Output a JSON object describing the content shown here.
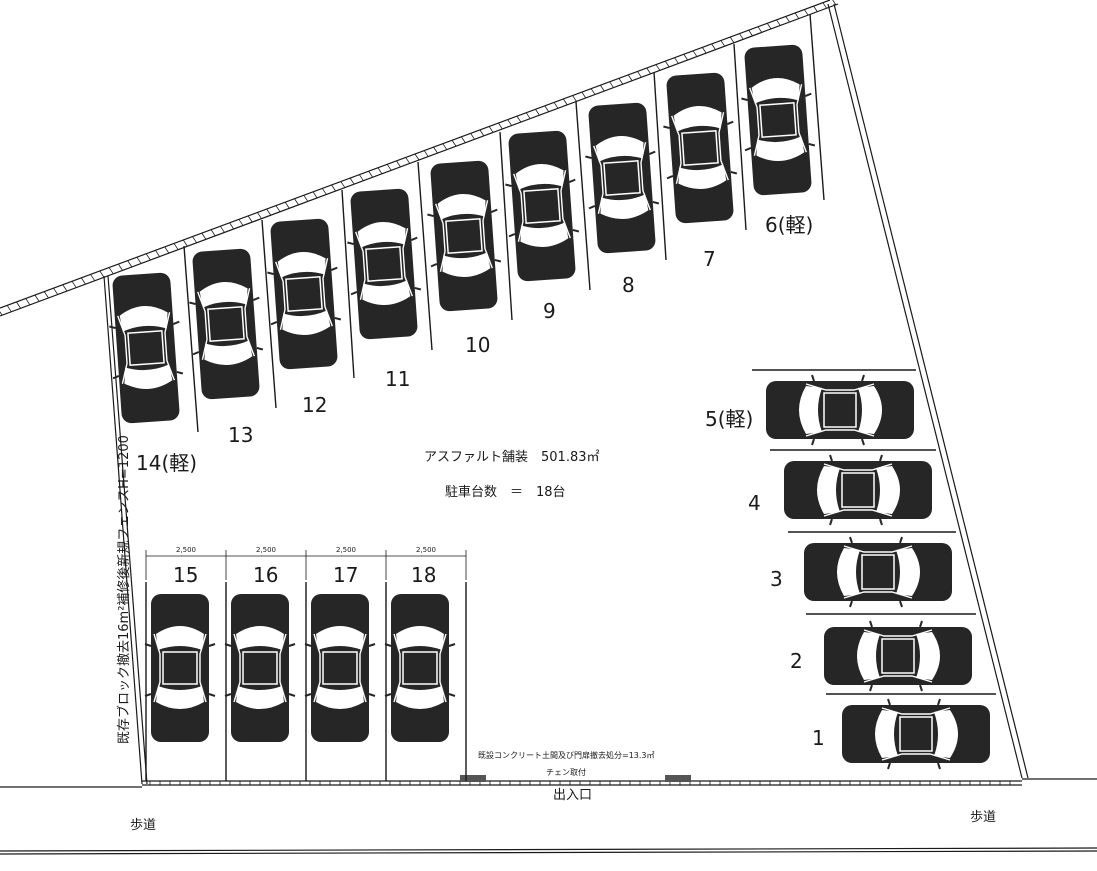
{
  "spaces": [
    {
      "no": "1",
      "car": "horizontal"
    },
    {
      "no": "2",
      "car": "horizontal"
    },
    {
      "no": "3",
      "car": "horizontal"
    },
    {
      "no": "4",
      "car": "horizontal"
    },
    {
      "no": "5(軽)",
      "car": "horizontal"
    },
    {
      "no": "6(軽)",
      "car": "vertical"
    },
    {
      "no": "7",
      "car": "vertical"
    },
    {
      "no": "8",
      "car": "vertical"
    },
    {
      "no": "9",
      "car": "vertical"
    },
    {
      "no": "10",
      "car": "vertical"
    },
    {
      "no": "11",
      "car": "vertical"
    },
    {
      "no": "12",
      "car": "vertical"
    },
    {
      "no": "13",
      "car": "vertical"
    },
    {
      "no": "14(軽)",
      "car": "vertical"
    },
    {
      "no": "15",
      "car": "vertical"
    },
    {
      "no": "16",
      "car": "vertical"
    },
    {
      "no": "17",
      "car": "vertical"
    },
    {
      "no": "18",
      "car": "vertical"
    }
  ],
  "dimension_label": "2,500",
  "center": {
    "surface": "アスファルト舗装　501.83㎡",
    "count": "駐車台数　＝　18台"
  },
  "fence_note": "既存ブロック撤去16m²補修後新規フェンスH=1200",
  "bottom": {
    "note1": "既設コンクリート土間及び門扉撤去処分=13.3㎡",
    "note2": "チェン取付",
    "entrance": "出入口",
    "sidewalk_left": "歩道",
    "sidewalk_right": "歩道"
  },
  "colors": {
    "car_body": "#262626",
    "ink": "#1a1a1a",
    "paper": "#ffffff"
  }
}
